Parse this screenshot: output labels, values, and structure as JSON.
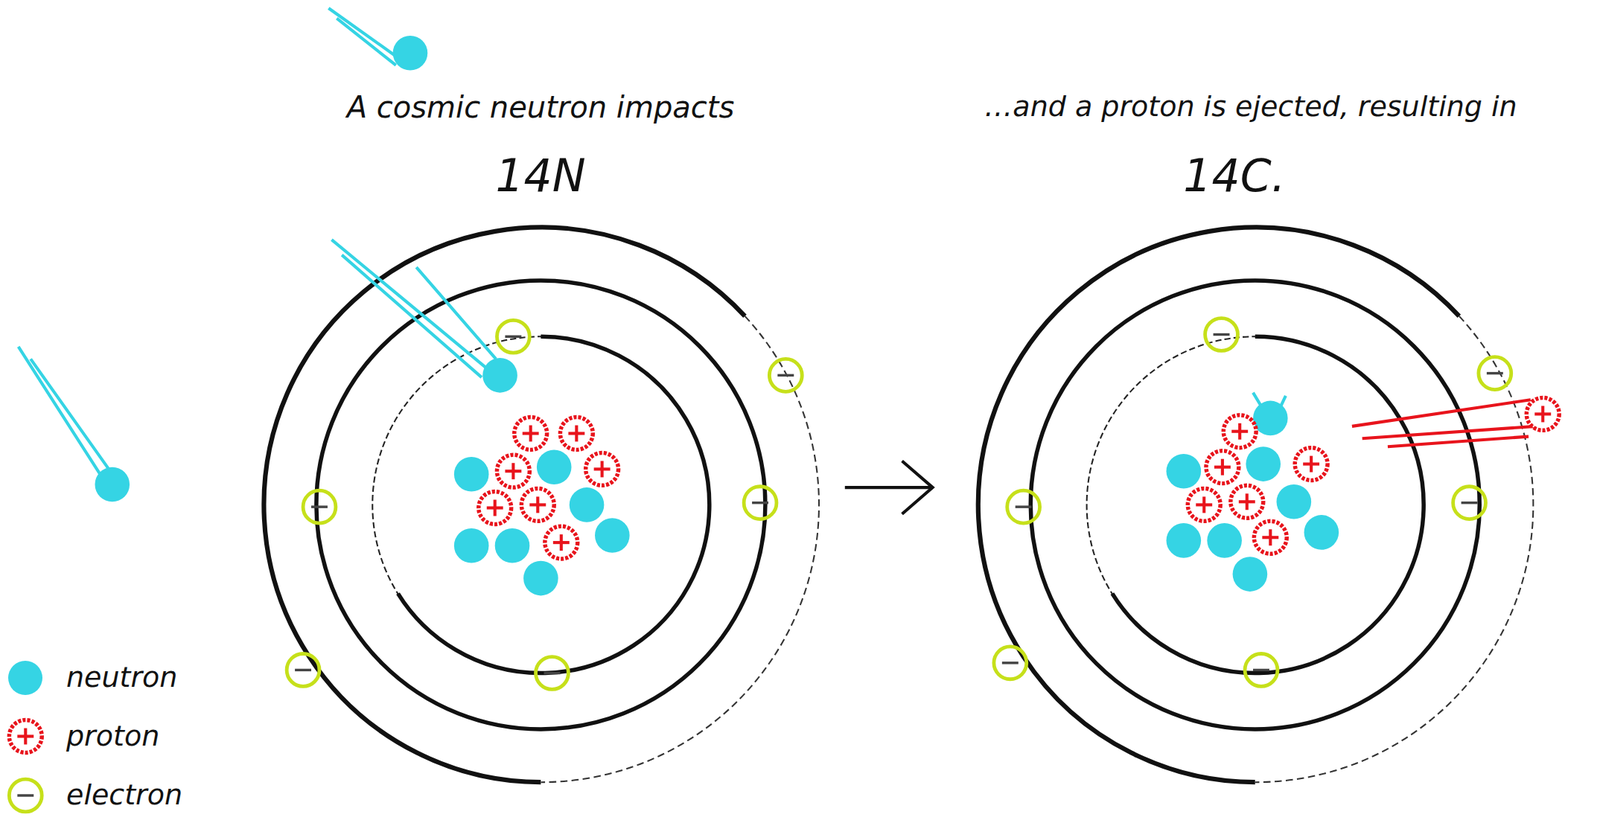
{
  "diagram": {
    "labels": [
      "A cosmic neutron impacts",
      "14N",
      "…and a proton is ejected, resulting in",
      "14C."
    ],
    "legend": [
      {
        "text": "neutron",
        "color": "#35d4e4"
      },
      {
        "text": "proton"
      },
      {
        "text": "electron"
      }
    ]
  }
}
